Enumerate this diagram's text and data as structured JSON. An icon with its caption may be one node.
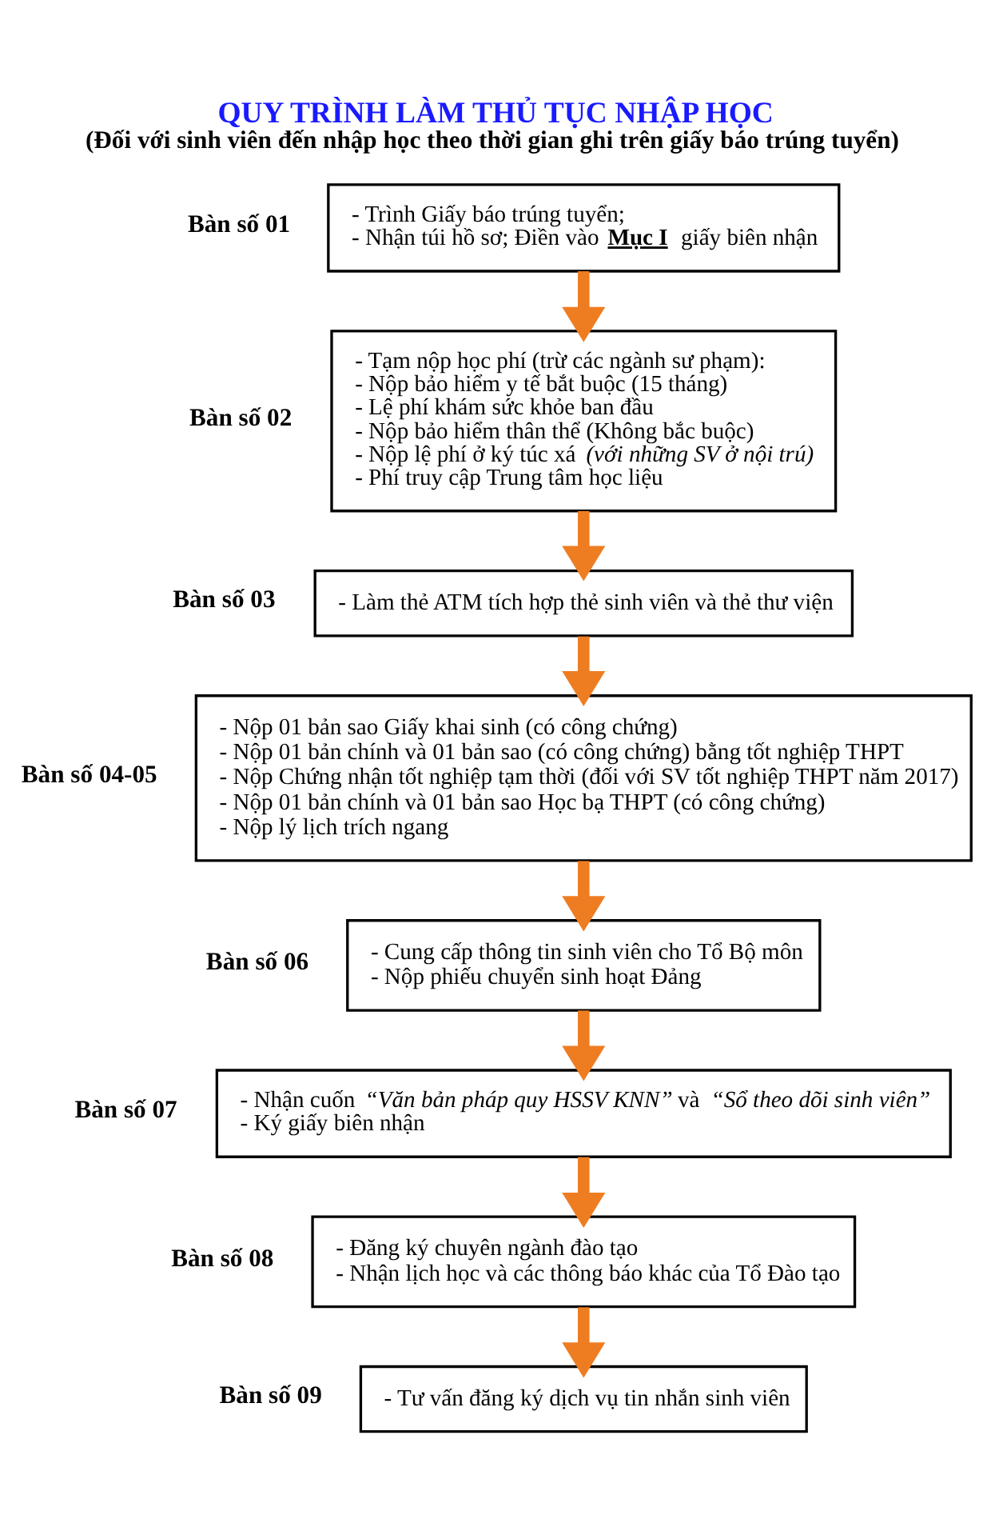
{
  "diagram": {
    "title": "QUY TRÌNH LÀM THỦ TỤC NHẬP HỌC",
    "caption": "(Đối với sinh viên đến nhập học theo thời gian ghi trên giấy báo trúng tuyển)",
    "nodes": [
      {
        "text": [
          "- Trình Giấy báo trúng tuyển;",
          "- Nhận túi hồ sơ; Điền vào **Mục I** giấy biên nhận"
        ],
        "beside": [
          "Bàn số 01"
        ]
      },
      {
        "text": [
          "- Tạm nộp học phí (trừ các ngành sư phạm):",
          "- Nộp bảo hiểm y tế bắt buộc (15 tháng)",
          "- Lệ phí khám sức khỏe ban đầu",
          "- Nộp bảo hiểm thân thể (Không bắc buộc)",
          "- Nộp lệ phí ở ký túc xá *(với những SV ở nội trú)*",
          "- Phí truy cập Trung tâm học liệu"
        ],
        "beside": [
          "Bàn số 02"
        ]
      },
      {
        "text": [
          "- Làm thẻ ATM tích hợp thẻ sinh viên và thẻ thư viện"
        ],
        "beside": [
          "Bàn số 03"
        ]
      },
      {
        "text": [
          "- Nộp 01 bản sao Giấy khai sinh (có công chứng)",
          "- Nộp 01 bản chính và 01 bản sao (có công chứng) bằng tốt nghiệp THPT",
          "- Nộp Chứng nhận tốt nghiệp tạm thời (đối với SV tốt nghiệp THPT năm 2017)",
          "- Nộp 01 bản chính và 01 bản sao Học bạ THPT (có công chứng)",
          "- Nộp lý lịch trích ngang"
        ],
        "beside": [
          "Bàn số 04-05"
        ]
      },
      {
        "text": [
          "- Cung cấp thông tin sinh viên cho Tổ Bộ môn",
          "- Nộp phiếu chuyển sinh hoạt Đảng"
        ],
        "beside": [
          "Bàn số 06"
        ]
      },
      {
        "text": [
          "- Nhận cuốn *“Văn bản pháp quy HSSV KNN”* và *“Sổ theo dõi sinh viên”*",
          "- Ký giấy biên nhận"
        ],
        "beside": [
          "Bàn số 07"
        ]
      },
      {
        "text": [
          "- Đăng ký chuyên ngành đào tạo",
          "- Nhận lịch học và các thông báo khác của Tổ Đào tạo"
        ],
        "beside": [
          "Bàn số 08"
        ]
      },
      {
        "text": [
          "- Tư vấn đăng ký dịch vụ tin nhắn sinh viên"
        ],
        "beside": [
          "Bàn số 09"
        ]
      }
    ],
    "edges": [
      {
        "from": 0,
        "to": 1,
        "arrow": "to"
      },
      {
        "from": 1,
        "to": 2,
        "arrow": "to"
      },
      {
        "from": 2,
        "to": 3,
        "arrow": "to"
      },
      {
        "from": 3,
        "to": 4,
        "arrow": "to"
      },
      {
        "from": 4,
        "to": 5,
        "arrow": "to"
      },
      {
        "from": 5,
        "to": 6,
        "arrow": "to"
      },
      {
        "from": 6,
        "to": 7,
        "arrow": "to"
      }
    ]
  }
}
